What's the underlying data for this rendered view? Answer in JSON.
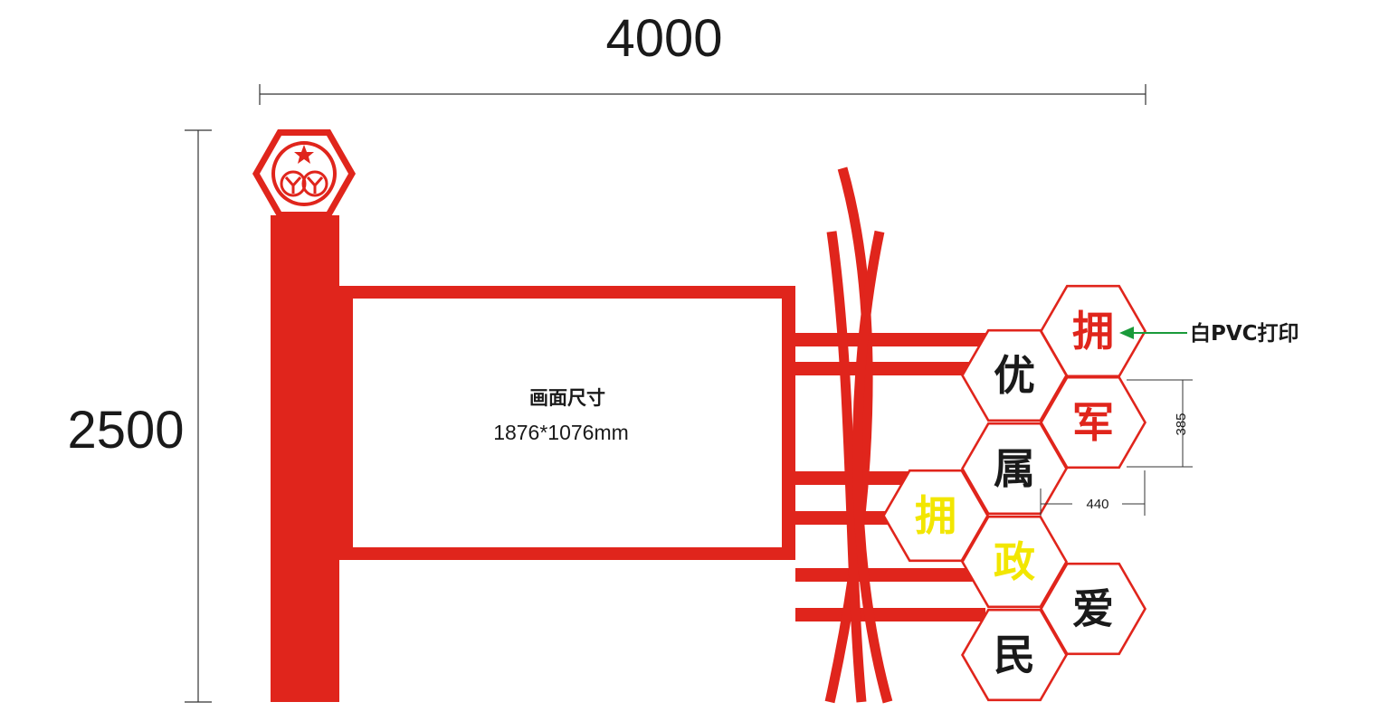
{
  "dimensions": {
    "width_label": "4000",
    "height_label": "2500",
    "hex_height_label": "385",
    "hex_width_label": "440"
  },
  "panel": {
    "title": "画面尺寸",
    "size": "1876*1076mm"
  },
  "note": {
    "text": "白PVC打印"
  },
  "hexagons": [
    {
      "char": "拥",
      "color": "#e0251c"
    },
    {
      "char": "优",
      "color": "#1a1a1a"
    },
    {
      "char": "军",
      "color": "#e0251c"
    },
    {
      "char": "属",
      "color": "#1a1a1a"
    },
    {
      "char": "拥",
      "color": "#f2e600"
    },
    {
      "char": "政",
      "color": "#f2e600"
    },
    {
      "char": "爱",
      "color": "#1a1a1a"
    },
    {
      "char": "民",
      "color": "#1a1a1a"
    }
  ],
  "colors": {
    "frame_red": "#e0251c",
    "arrow_green": "#1a9a3a",
    "line_dark": "#333333"
  },
  "icons": {
    "logo": "star-double-y-emblem-icon"
  }
}
